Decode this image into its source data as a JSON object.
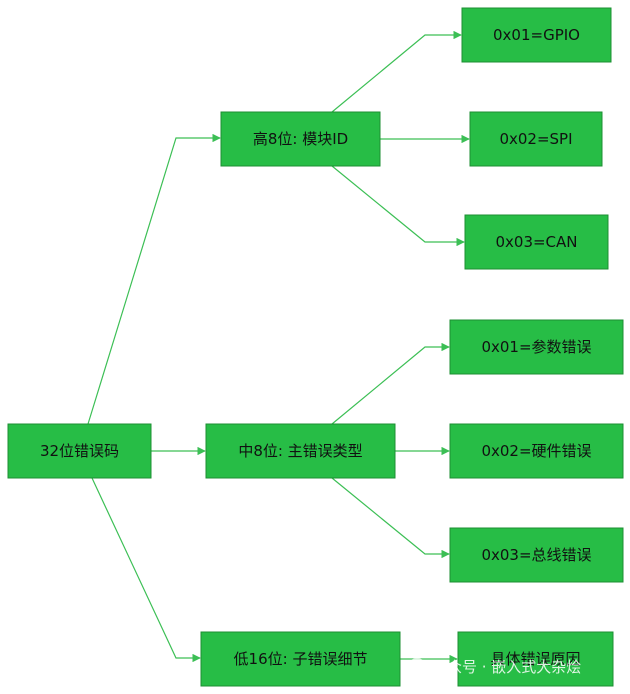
{
  "nodes": {
    "root": "32位错误码",
    "high": "高8位: 模块ID",
    "mid": "中8位: 主错误类型",
    "low": "低16位: 子错误细节",
    "gpio": "0x01=GPIO",
    "spi": "0x02=SPI",
    "can": "0x03=CAN",
    "param": "0x01=参数错误",
    "hw": "0x02=硬件错误",
    "bus": "0x03=总线错误",
    "detail": "具体错误原因"
  },
  "watermark": "公众号 · 嵌入式大杂烩",
  "colors": {
    "node_fill": "#27bd46",
    "edge": "#3cbf55"
  }
}
